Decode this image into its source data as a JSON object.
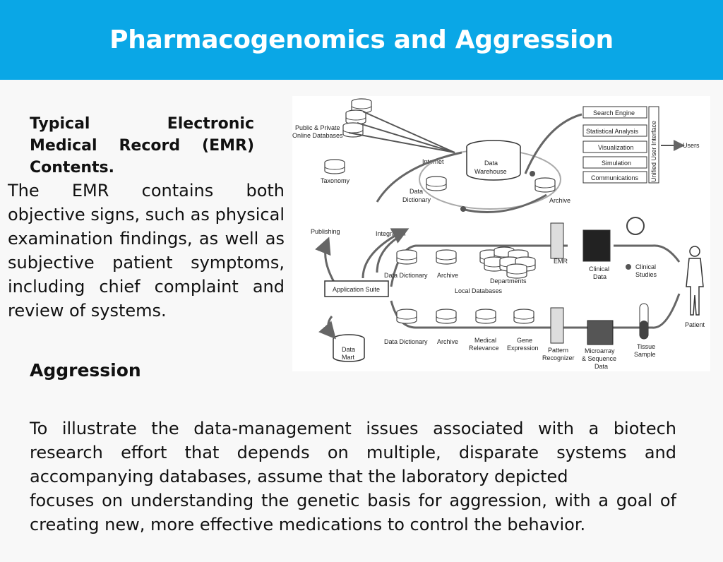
{
  "header": {
    "title": "Pharmacogenomics and Aggression"
  },
  "emr": {
    "heading": "Typical Electronic Medical Record (EMR) Contents.",
    "body": "The EMR contains both objective signs, such as physical examination findings, as well as subjective patient symptoms, including chief complaint and review of systems."
  },
  "aggression": {
    "heading": "Aggression",
    "body_line1": "To illustrate the data-management issues associated with a biotech research effort that depends on multiple, disparate systems and accompanying databases, assume that the laboratory depicted",
    "body_line2": "focuses on understanding the genetic basis for aggression, with a goal of creating new, more effective medications to control the behavior."
  },
  "diagram": {
    "public_dbs": "Public & Private",
    "public_dbs2": "Online Databases",
    "taxonomy": "Taxonomy",
    "internet": "Internet",
    "data_warehouse1": "Data",
    "data_warehouse2": "Warehouse",
    "data_dictionary_top1": "Data",
    "data_dictionary_top2": "Dictionary",
    "archive_top": "Archive",
    "search_engine": "Search Engine",
    "statistical_analysis": "Statistical Analysis",
    "visualization": "Visualization",
    "simulation": "Simulation",
    "communications": "Communications",
    "unified_ui": "Unified User Interface",
    "users": "Users",
    "publishing": "Publishing",
    "integration": "Integration",
    "application_suite": "Application Suite",
    "data_dictionary_mid": "Data Dictionary",
    "archive_mid": "Archive",
    "departments": "Departments",
    "local_databases": "Local Databases",
    "emr": "EMR",
    "clinical_data1": "Clinical",
    "clinical_data2": "Data",
    "clinical_studies1": "Clinical",
    "clinical_studies2": "Studies",
    "patient": "Patient",
    "data_mart1": "Data",
    "data_mart2": "Mart",
    "data_dictionary_bot": "Data Dictionary",
    "archive_bot": "Archive",
    "medical_relevance1": "Medical",
    "medical_relevance2": "Relevance",
    "gene_expression1": "Gene",
    "gene_expression2": "Expression",
    "pattern_recognizer1": "Pattern",
    "pattern_recognizer2": "Recognizer",
    "microarray1": "Microarray",
    "microarray2": "& Sequence",
    "microarray3": "Data",
    "tissue_sample1": "Tissue",
    "tissue_sample2": "Sample"
  }
}
